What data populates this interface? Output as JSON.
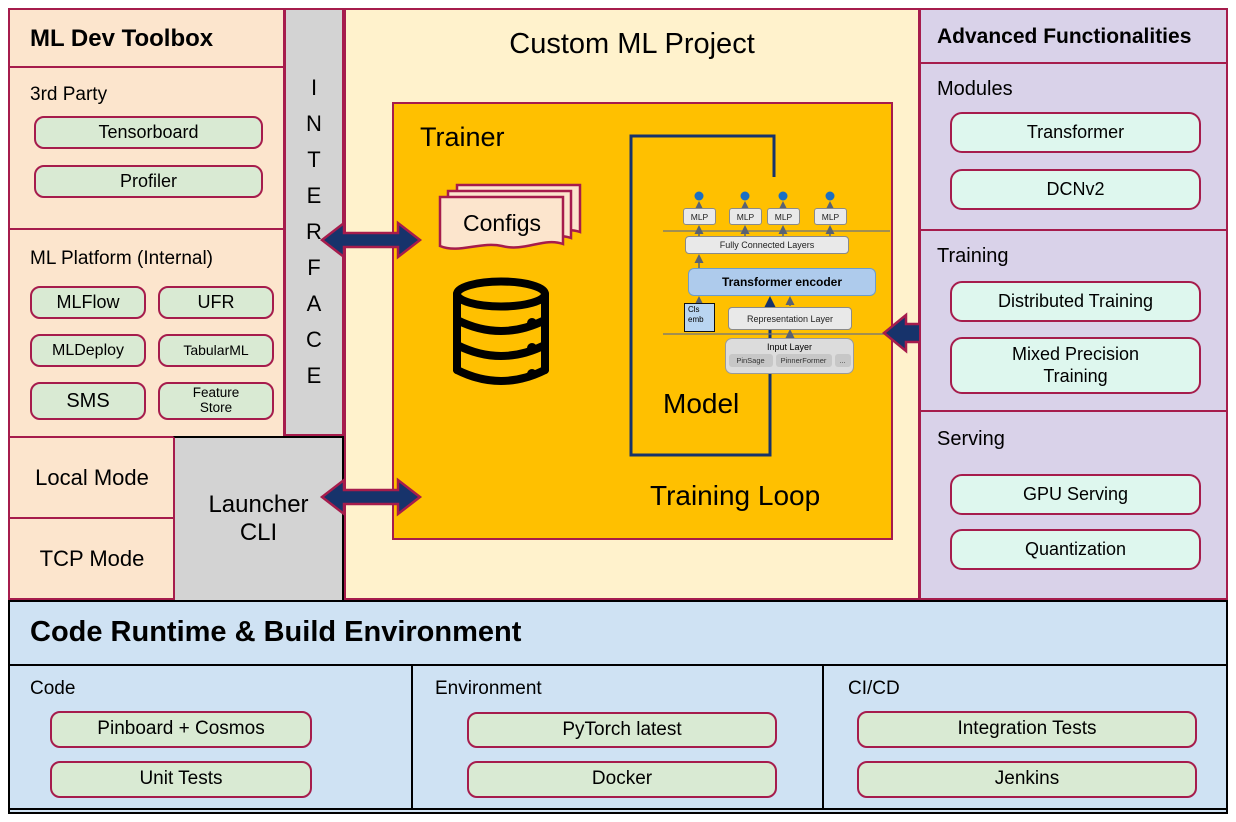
{
  "ml_dev_toolbox": {
    "title": "ML Dev Toolbox",
    "third_party": {
      "label": "3rd Party",
      "items": [
        "Tensorboard",
        "Profiler"
      ]
    },
    "ml_platform": {
      "label": "ML Platform (Internal)",
      "items": [
        "MLFlow",
        "UFR",
        "MLDeploy",
        "TabularML",
        "SMS",
        "Feature Store"
      ]
    },
    "local_mode": "Local Mode",
    "tcp_mode": "TCP Mode",
    "launcher_cli": "Launcher\nCLI"
  },
  "interface_label": "INTERFACE",
  "custom_ml_project": {
    "title": "Custom ML Project",
    "trainer_label": "Trainer",
    "configs_label": "Configs",
    "model_label": "Model",
    "training_loop_label": "Training Loop",
    "diagram": {
      "mlp": "MLP",
      "fully_connected_layers": "Fully Connected Layers",
      "transformer_encoder": "Transformer encoder",
      "cls_emb": "Cls\nemb",
      "representation_layer": "Representation Layer",
      "input_layer": "Input Layer",
      "input_items": [
        "PinSage",
        "PinnerFormer",
        "..."
      ]
    }
  },
  "advanced_functionalities": {
    "title": "Advanced Functionalities",
    "sections": [
      {
        "label": "Modules",
        "items": [
          "Transformer",
          "DCNv2"
        ]
      },
      {
        "label": "Training",
        "items": [
          "Distributed Training",
          "Mixed Precision Training"
        ]
      },
      {
        "label": "Serving",
        "items": [
          "GPU Serving",
          "Quantization"
        ]
      }
    ]
  },
  "code_runtime": {
    "title": "Code Runtime & Build Environment",
    "sections": [
      {
        "label": "Code",
        "items": [
          "Pinboard + Cosmos",
          "Unit Tests"
        ]
      },
      {
        "label": "Environment",
        "items": [
          "PyTorch latest",
          "Docker"
        ]
      },
      {
        "label": "CI/CD",
        "items": [
          "Integration Tests",
          "Jenkins"
        ]
      }
    ]
  },
  "colors": {
    "border_accent": "#a61c4c",
    "arrow_navy": "#17336b",
    "trainer_gold": "#ffc000",
    "project_cream": "#fff2cc",
    "toolbox_peach": "#fce5cd",
    "advanced_lavender": "#d9d2e9",
    "runtime_blue": "#cfe2f3",
    "node_green": "#d9ead3",
    "node_mint": "#def7ee"
  }
}
